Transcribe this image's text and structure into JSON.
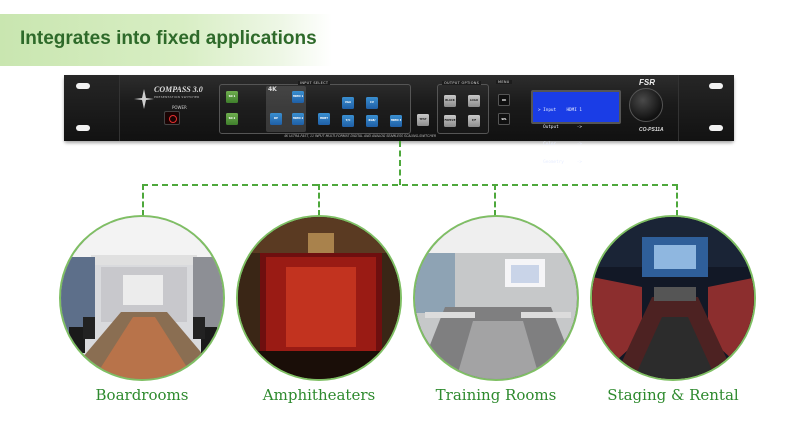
{
  "banner": {
    "title": "Integrates into fixed applications"
  },
  "device": {
    "brand_name": "COMPASS 3.0",
    "brand_sub": "PRESENTATION SWITCHER",
    "power_label": "POWER",
    "input_select_label": "INPUT SELECT",
    "output_options_label": "OUTPUT OPTIONS",
    "menu_label": "MENU",
    "k4_label": "4K",
    "buttons": {
      "sd1": "SD 1",
      "sd2": "SD 2",
      "hdmi1": "HDMI 1",
      "hdmi2": "HDMI 2",
      "hdmi3": "HDMI 3",
      "dp": "DP",
      "hdbt": "HDBT",
      "vga": "VGA",
      "cv": "CV",
      "yc": "Y/C",
      "rgb": "RGB/ YPbPr",
      "tst": "TEST DEC",
      "black": "BLACK",
      "logo": "LOGO",
      "freeze": "FREEZE",
      "pip": "P/F",
      "ok": "OK",
      "sel": "SEL"
    },
    "lcd_lines": [
      "> Input    HDMI 1",
      "  Output       ->",
      "  Color        ->",
      "  Geometry     ->"
    ],
    "fsr_logo": "FSR",
    "model": "CO-PS11A",
    "tagline": "4K ULTRA-FAST, 11 INPUT MULTI-FORMAT DIGITAL AND ANALOG SEAMLESS SCALING-SWITCHER"
  },
  "applications": [
    {
      "label": "Boardrooms"
    },
    {
      "label": "Amphitheaters"
    },
    {
      "label": "Training Rooms"
    },
    {
      "label": "Staging & Rental"
    }
  ],
  "colors": {
    "accent_green": "#2e8a2e",
    "line_green": "#4ea83c",
    "lcd_blue": "#1a3de6"
  }
}
